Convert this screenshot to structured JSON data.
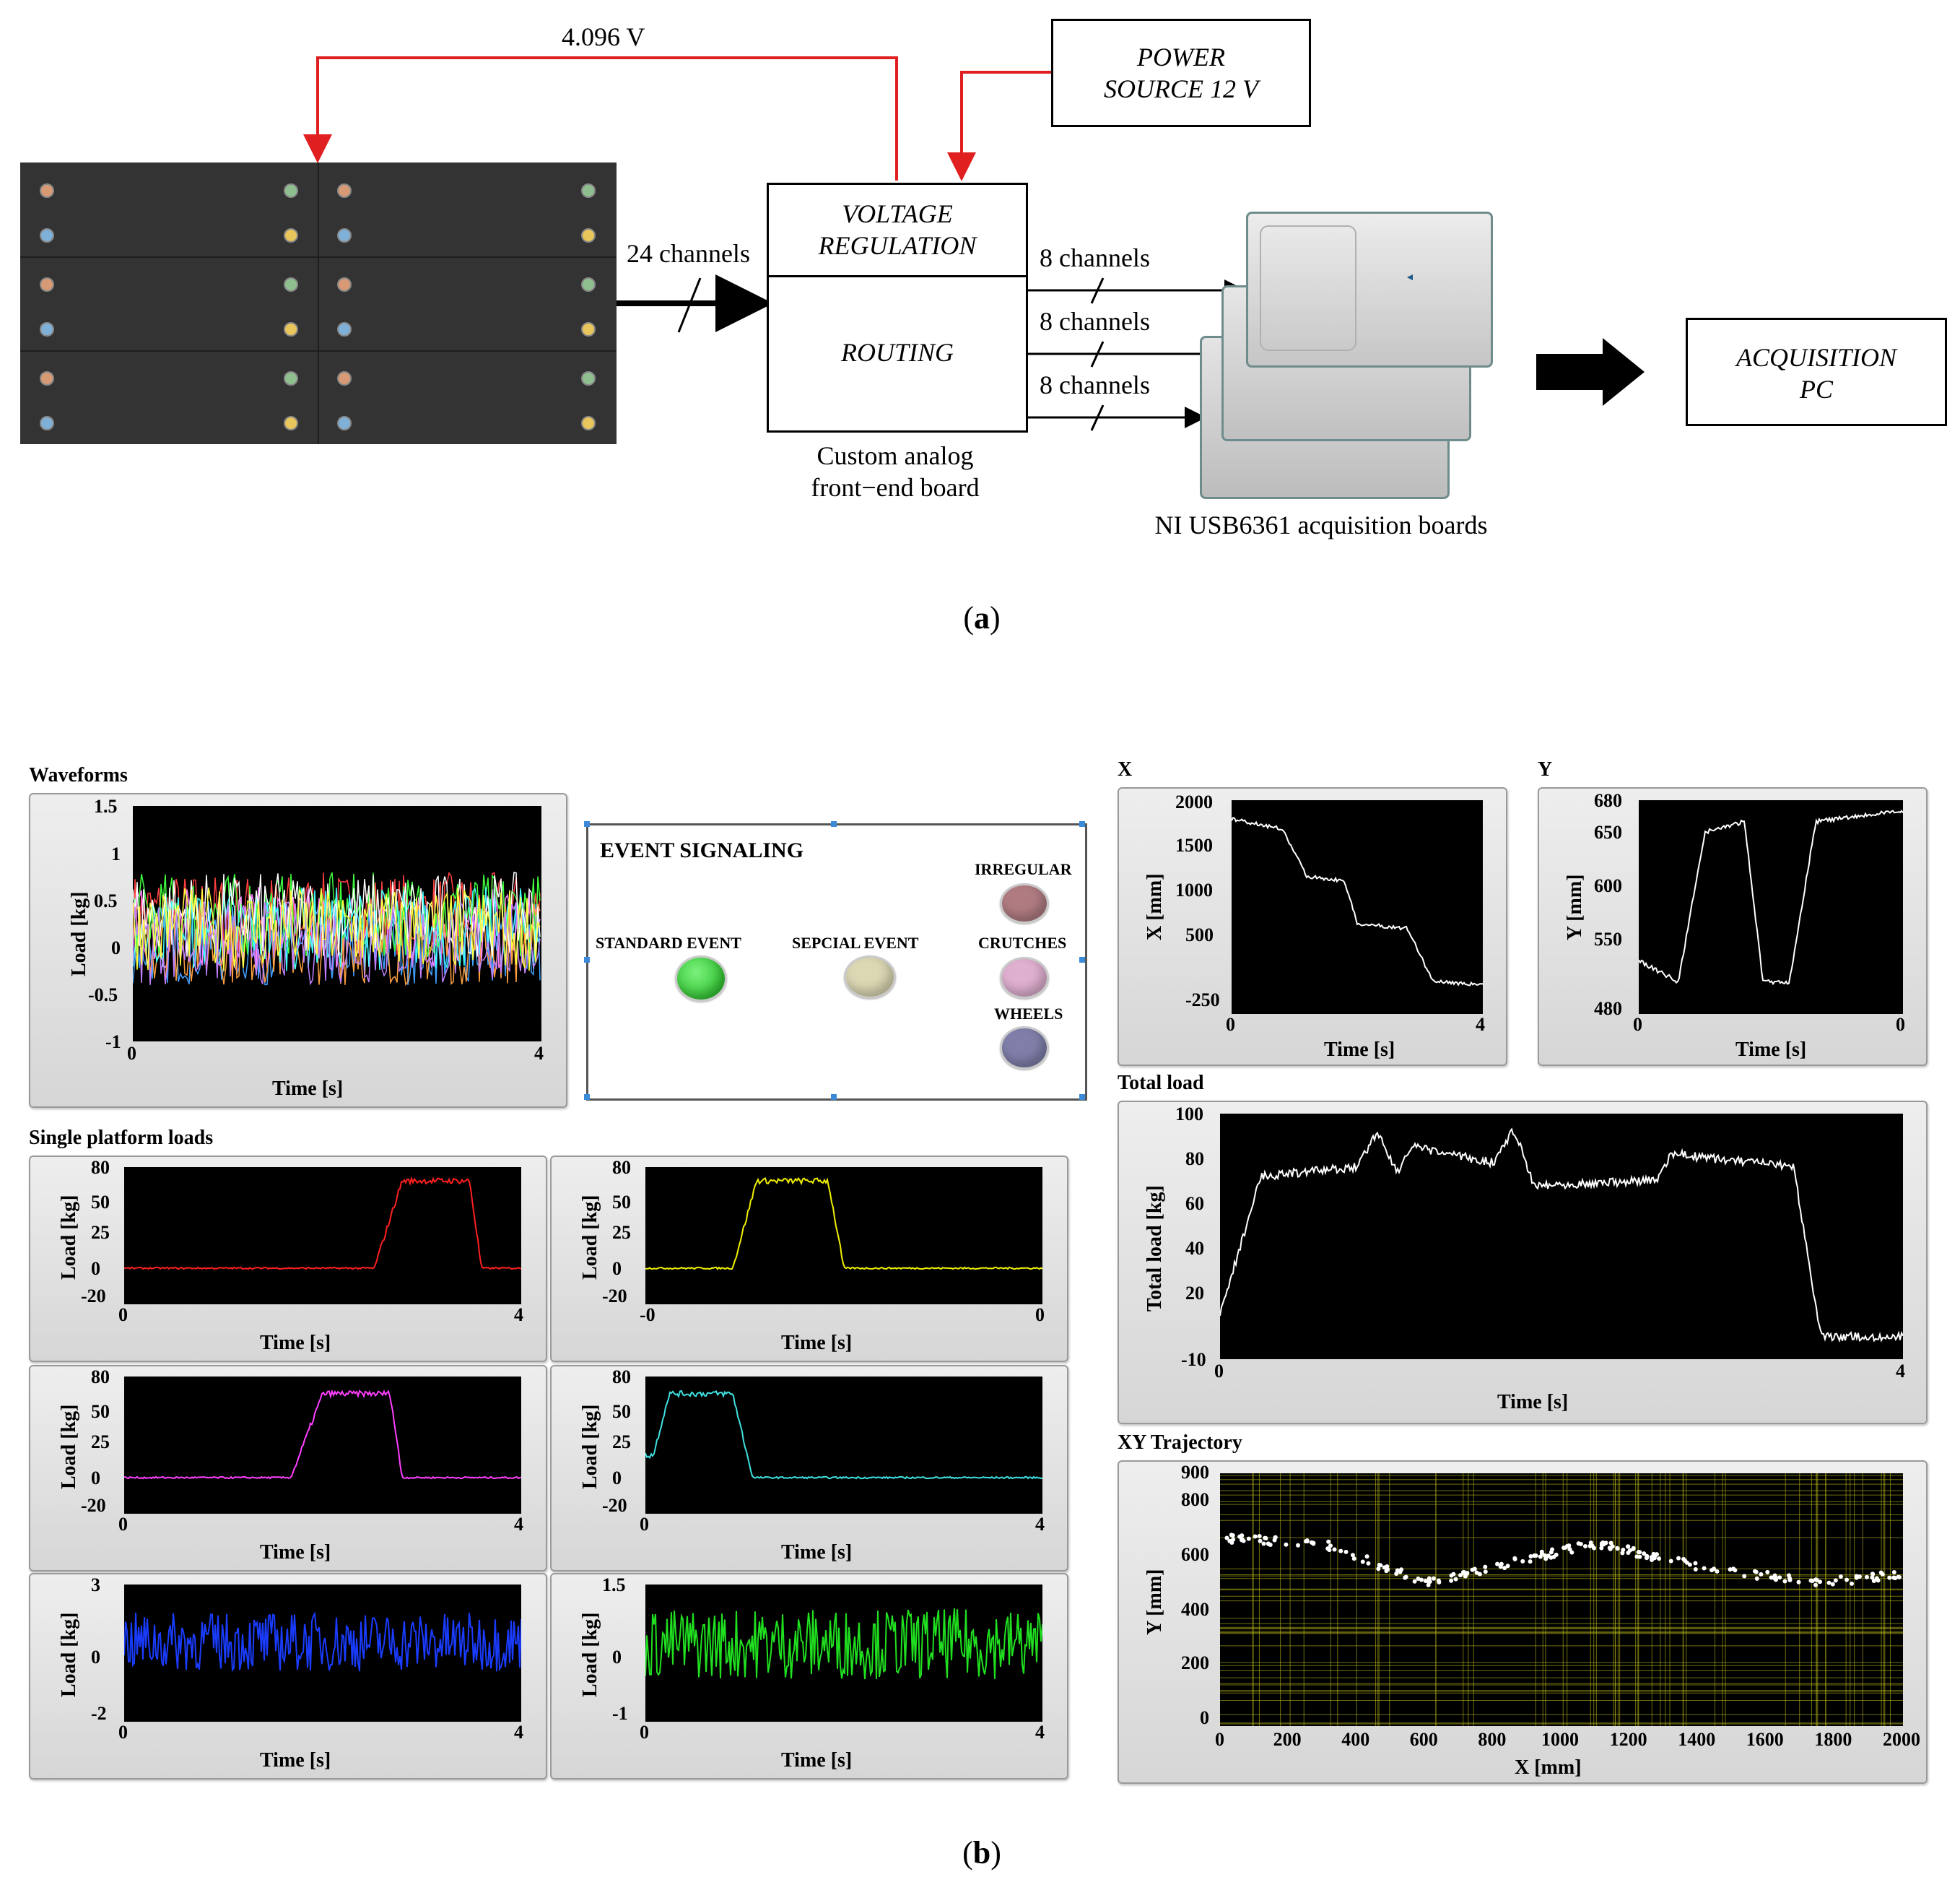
{
  "part_a": {
    "label": "(a)",
    "reference_voltage": "4.096 V",
    "power_source": [
      "POWER",
      "SOURCE 12 V"
    ],
    "voltage_regulation": [
      "VOLTAGE",
      "REGULATION"
    ],
    "routing": "ROUTING",
    "front_end_caption": [
      "Custom analog",
      "front−end board"
    ],
    "input_channels": "24 channels",
    "out_channels": [
      "8 channels",
      "8 channels",
      "8 channels"
    ],
    "boards_caption": "NI USB6361 acquisition boards",
    "acquisition_pc": [
      "ACQUISITION",
      "PC"
    ],
    "colors": {
      "wire_red": "#e02020",
      "platform_bg": "#333333"
    }
  },
  "part_b": {
    "label": "(b)",
    "waveforms": {
      "title": "Waveforms",
      "ylabel": "Load [kg]",
      "xlabel": "Time [s]",
      "yticks": [
        "1.5",
        "1",
        "0.5",
        "0",
        "-0.5",
        "-1"
      ],
      "xticks": [
        "0",
        "4"
      ]
    },
    "event_signaling": {
      "title": "EVENT SIGNALING",
      "standard": "STANDARD EVENT",
      "special": "SEPCIAL EVENT",
      "irregular": "IRREGULAR",
      "crutches": "CRUTCHES",
      "wheels": "WHEELS",
      "colors": {
        "standard": "#2ecc2e",
        "special": "#dcd8b4",
        "irregular": "#b07c82",
        "crutches": "#e0b0d0",
        "wheels": "#7f7faa"
      }
    },
    "single_platform": {
      "title": "Single platform loads",
      "ylabel": "Load [kg]",
      "xlabel": "Time [s]",
      "plots": [
        {
          "yticks": [
            "80",
            "50",
            "25",
            "0",
            "-20"
          ],
          "xticks": [
            "0",
            "4"
          ],
          "color": "#ff2020"
        },
        {
          "yticks": [
            "80",
            "50",
            "25",
            "0",
            "-20"
          ],
          "xticks": [
            "-0",
            "0"
          ],
          "color": "#f0f000"
        },
        {
          "yticks": [
            "80",
            "50",
            "25",
            "0",
            "-20"
          ],
          "xticks": [
            "0",
            "4"
          ],
          "color": "#ff40ff"
        },
        {
          "yticks": [
            "80",
            "50",
            "25",
            "0",
            "-20"
          ],
          "xticks": [
            "0",
            "4"
          ],
          "color": "#40e0e0"
        },
        {
          "yticks": [
            "3",
            "0",
            "-2"
          ],
          "xticks": [
            "0",
            "4"
          ],
          "color": "#1a3cff"
        },
        {
          "yticks": [
            "1.5",
            "0",
            "-1"
          ],
          "xticks": [
            "0",
            "4"
          ],
          "color": "#20e020"
        }
      ]
    },
    "x_plot": {
      "title": "X",
      "ylabel": "X [mm]",
      "xlabel": "Time [s]",
      "yticks": [
        "2000",
        "1500",
        "1000",
        "500",
        "-250"
      ],
      "xticks": [
        "0",
        "4"
      ]
    },
    "y_plot": {
      "title": "Y",
      "ylabel": "Y [mm]",
      "xlabel": "Time [s]",
      "yticks": [
        "680",
        "650",
        "600",
        "550",
        "480"
      ],
      "xticks": [
        "0",
        "0"
      ]
    },
    "total_load": {
      "title": "Total load",
      "ylabel": "Total load [kg]",
      "xlabel": "Time [s]",
      "yticks": [
        "100",
        "80",
        "60",
        "40",
        "20",
        "-10"
      ],
      "xticks": [
        "0",
        "4"
      ]
    },
    "xy_trajectory": {
      "title": "XY Trajectory",
      "ylabel": "Y [mm]",
      "xlabel": "X [mm]",
      "yticks": [
        "900",
        "800",
        "600",
        "400",
        "200",
        "0"
      ],
      "xticks": [
        "0",
        "200",
        "400",
        "600",
        "800",
        "1000",
        "1200",
        "1400",
        "1600",
        "1800",
        "2000"
      ]
    }
  }
}
